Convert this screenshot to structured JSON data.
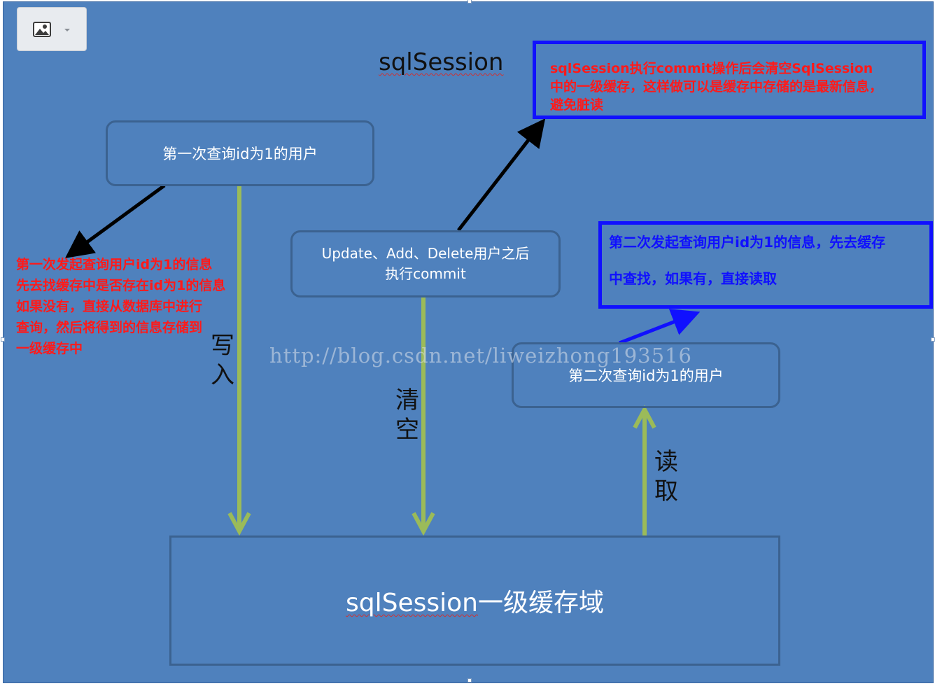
{
  "diagram": {
    "title": "sqlSession",
    "nodes": {
      "first_query": "第一次查询id为1的用户",
      "update_commit_line1": "Update、Add、Delete用户之后",
      "update_commit_line2": "执行commit",
      "second_query": "第二次查询id为1的用户",
      "cache_domain_prefix": "sqlSession",
      "cache_domain_suffix": "一级缓存域"
    },
    "labels": {
      "write_1": "写",
      "write_2": "入",
      "clear_1": "清",
      "clear_2": "空",
      "read_1": "读",
      "read_2": "取"
    },
    "notes": {
      "commit_note_lines": [
        "sqlSession执行commit操作后会清空SqlSession",
        "中的一级缓存，这样做可以是缓存中存储的是最新信息，",
        "避免脏读"
      ],
      "first_query_note_lines": [
        "第一次发起查询用户id为1的信息",
        "先去找缓存中是否存在id为1的信息",
        "如果没有，直接从数据库中进行",
        "查询，然后将得到的信息存储到",
        "一级缓存中"
      ],
      "second_query_note_lines": [
        "第二次发起查询用户id为1的信息，先去缓存",
        "中查找，如果有，直接读取"
      ]
    },
    "watermark": "http://blog.csdn.net/liweizhong193516",
    "colors": {
      "background": "#4f81bd",
      "box_border": "#3b6290",
      "flow_arrow": "#9bbb59",
      "note_red": "#ff1a1a",
      "note_blue": "#1010ff"
    }
  },
  "toolbar": {
    "image_button_icon": "image-icon",
    "dropdown_icon": "chevron-down-icon"
  }
}
